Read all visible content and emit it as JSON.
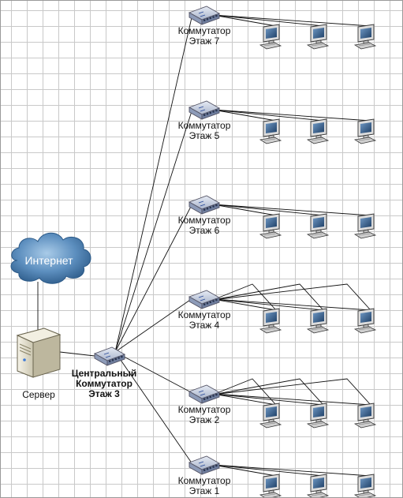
{
  "internet": {
    "label": "Интернет"
  },
  "server": {
    "label": "Сервер"
  },
  "central_switch": {
    "line1": "Центральный",
    "line2": "Коммутатор",
    "line3": "Этаж 3"
  },
  "switches": [
    {
      "line1": "Коммутатор",
      "line2": "Этаж 7"
    },
    {
      "line1": "Коммутатор",
      "line2": "Этаж 5"
    },
    {
      "line1": "Коммутатор",
      "line2": "Этаж 6"
    },
    {
      "line1": "Коммутатор",
      "line2": "Этаж 4"
    },
    {
      "line1": "Коммутатор",
      "line2": "Этаж 2"
    },
    {
      "line1": "Коммутатор",
      "line2": "Этаж 1"
    }
  ],
  "computers_per_switch": 3,
  "colors": {
    "cloud": "#3c6f9c",
    "cloud_light": "#9cc4e4",
    "switch_top": "#cfd7e6",
    "switch_side": "#7f8fb0",
    "monitor": "#e9e9e9",
    "screen": "#2f5a8a",
    "server_body": "#e8e4d4",
    "wire": "#111111"
  }
}
